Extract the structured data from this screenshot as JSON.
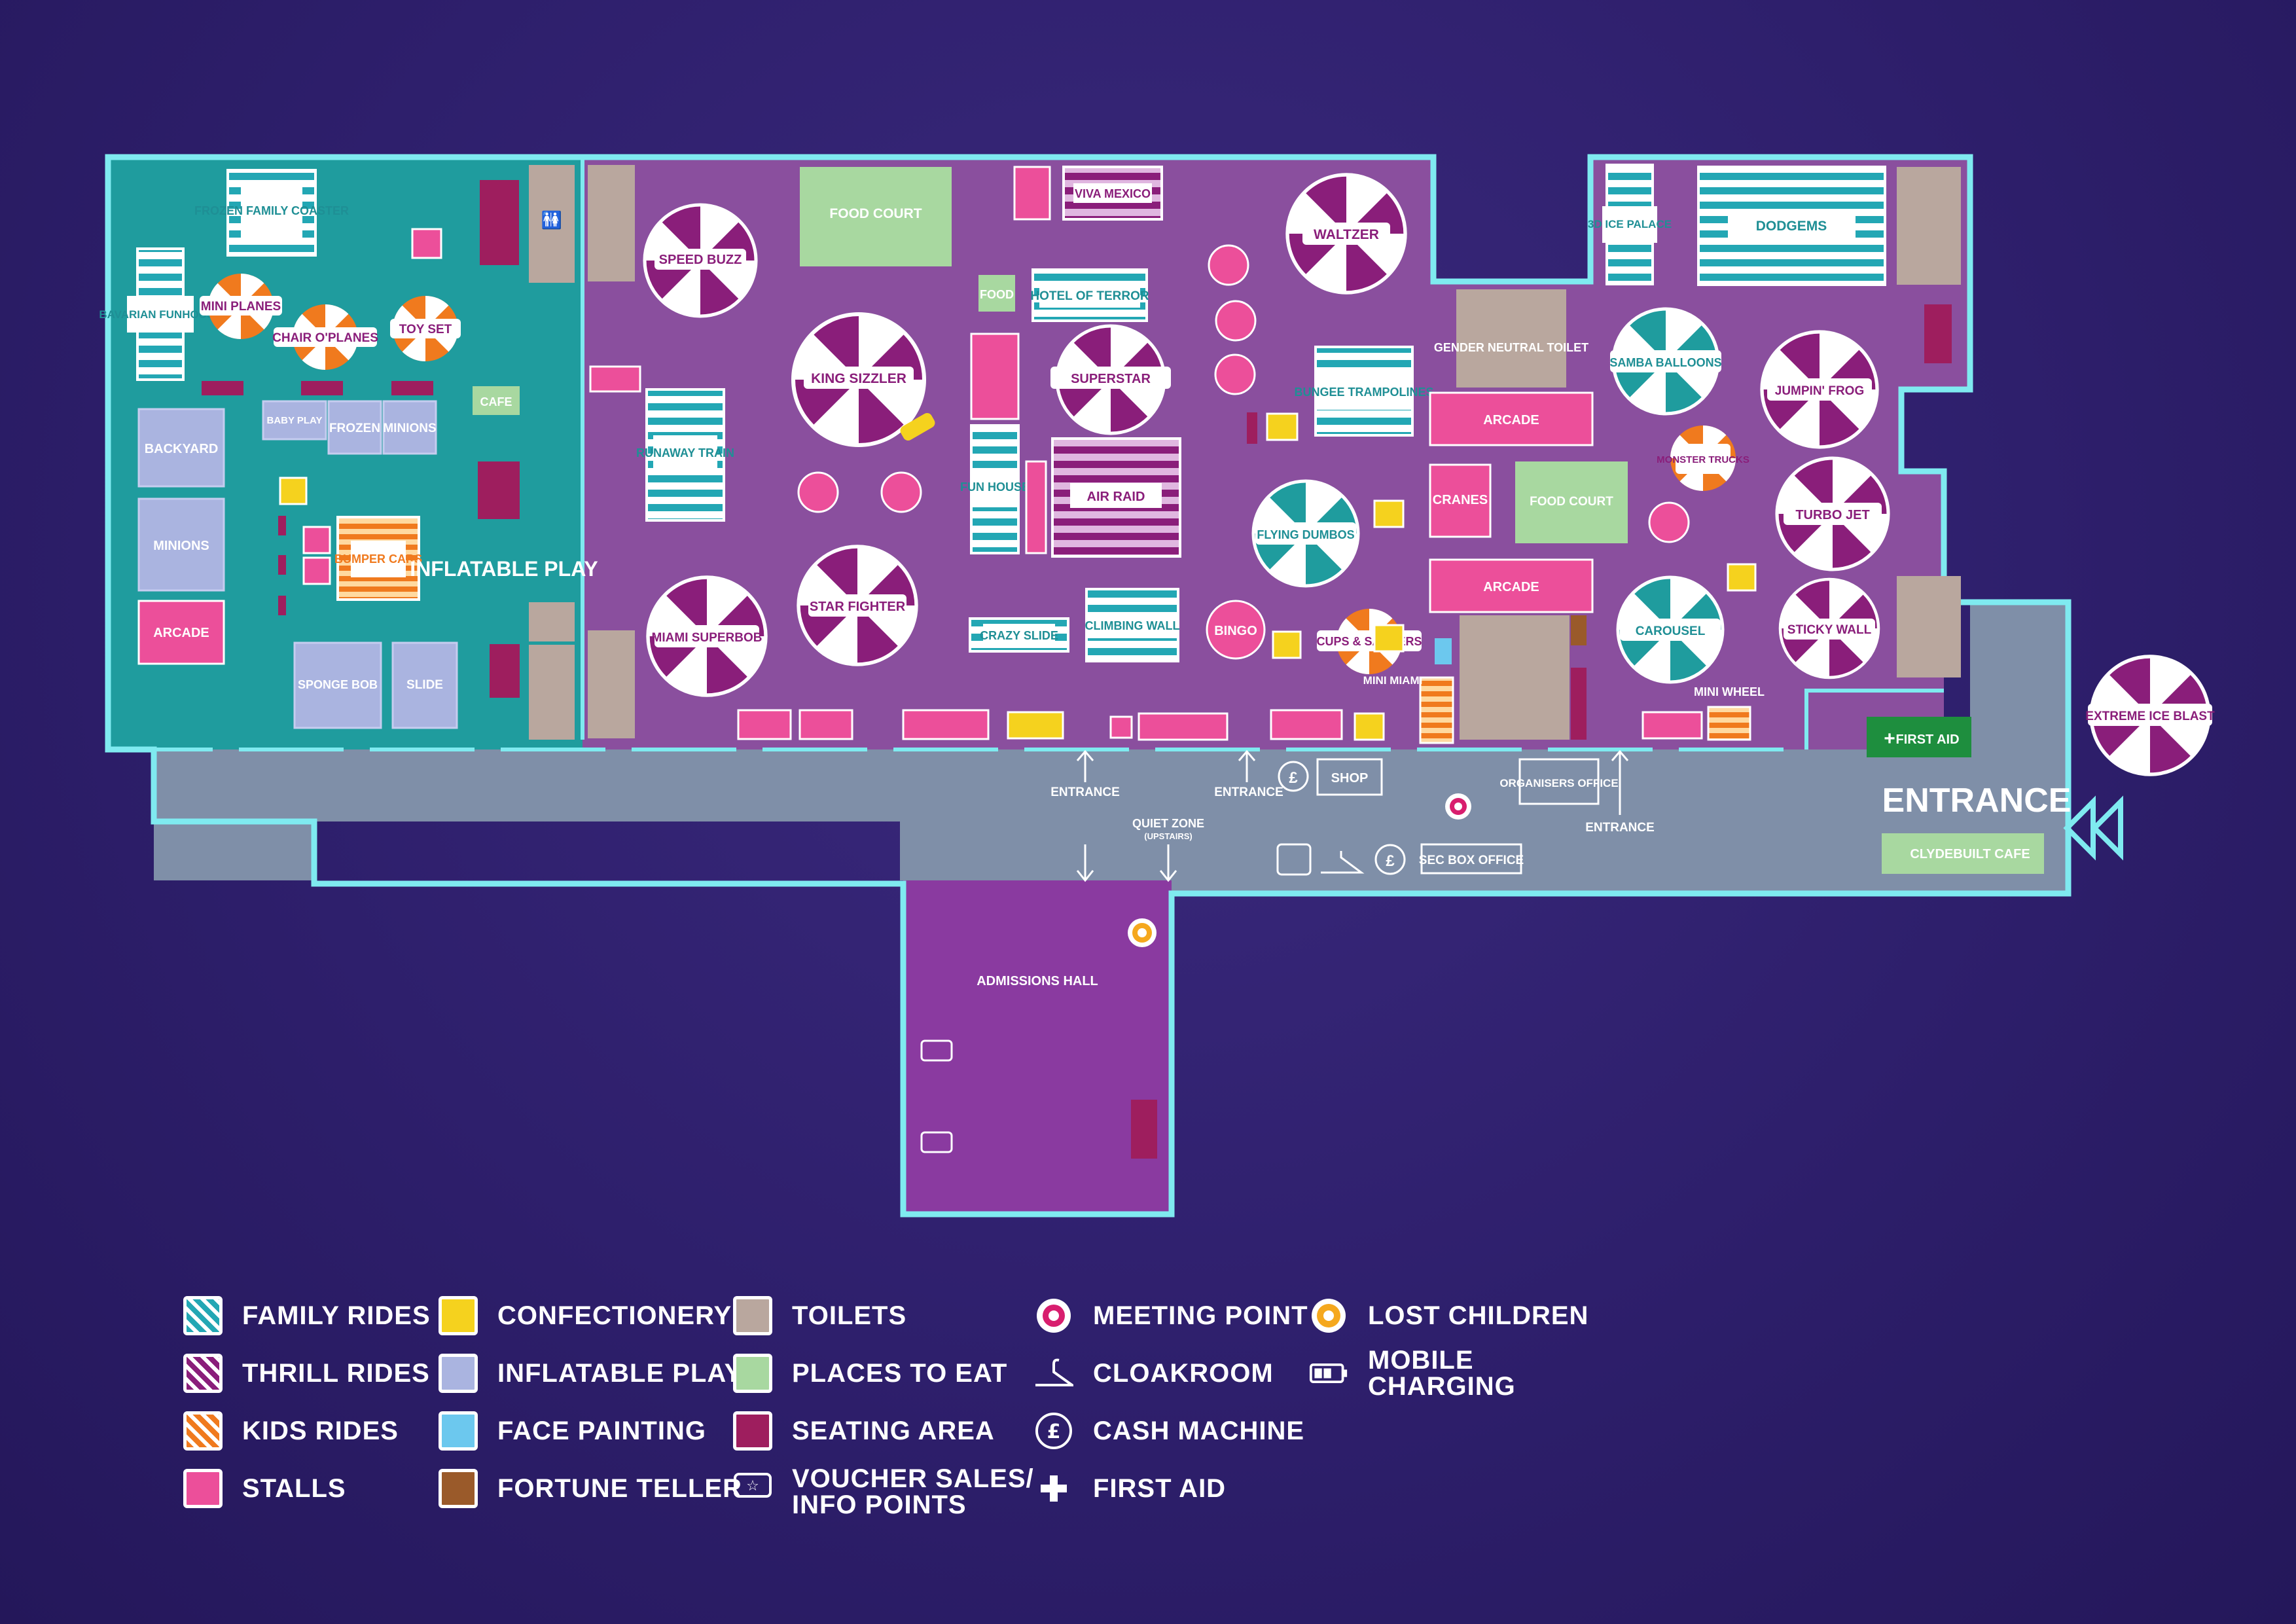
{
  "colors": {
    "background": "#2e1f6c",
    "wall": "#7feaf0",
    "family_zone": "#1f9c9e",
    "main_floor": "#8a4f9e",
    "corridor": "#7f8fa8",
    "stall": "#ec4f9a",
    "seating": "#9e1e5e",
    "toilet": "#b9a79e",
    "food": "#a8d8a0",
    "inflatable": "#aab4e0",
    "confectionery": "#f5d21e",
    "face_painting": "#6cc8ee",
    "fortune_teller": "#9a5a2a",
    "first_aid": "#1e8e3e",
    "thrill": "#8a1e7a",
    "family": "#23a7b4",
    "kids": "#f07a1e"
  },
  "map": {
    "family_rides": [
      {
        "id": "frozen-family-coaster",
        "label": "FROZEN FAMILY COASTER"
      },
      {
        "id": "bavarian-funhouse",
        "label": "BAVARIAN FUNHOUSE"
      },
      {
        "id": "runaway-train",
        "label": "RUNAWAY TRAIN"
      },
      {
        "id": "fun-house",
        "label": "FUN HOUSE"
      },
      {
        "id": "crazy-slide",
        "label": "CRAZY SLIDE"
      },
      {
        "id": "climbing-wall",
        "label": "CLIMBING WALL"
      },
      {
        "id": "hotel-of-terror",
        "label": "HOTEL OF TERROR"
      },
      {
        "id": "bungee-trampolines",
        "label": "BUNGEE TRAMPOLINES"
      },
      {
        "id": "3d-ice-palace",
        "label": "3D ICE PALACE"
      },
      {
        "id": "dodgems",
        "label": "DODGEMS"
      },
      {
        "id": "flying-dumbos",
        "label": "FLYING DUMBOS"
      },
      {
        "id": "samba-balloons",
        "label": "SAMBA BALLOONS"
      },
      {
        "id": "carousel",
        "label": "CAROUSEL"
      }
    ],
    "thrill_rides": [
      {
        "id": "speed-buzz",
        "label": "SPEED BUZZ"
      },
      {
        "id": "king-sizzler",
        "label": "KING SIZZLER"
      },
      {
        "id": "miami-superbob",
        "label": "MIAMI SUPERBOB"
      },
      {
        "id": "star-fighter",
        "label": "STAR FIGHTER"
      },
      {
        "id": "superstar",
        "label": "SUPERSTAR"
      },
      {
        "id": "waltzer",
        "label": "WALTZER"
      },
      {
        "id": "viva-mexico",
        "label": "VIVA MEXICO"
      },
      {
        "id": "air-raid",
        "label": "AIR RAID"
      },
      {
        "id": "jumpin-frog",
        "label": "JUMPIN' FROG"
      },
      {
        "id": "turbo-jet",
        "label": "TURBO JET"
      },
      {
        "id": "sticky-wall",
        "label": "STICKY WALL"
      },
      {
        "id": "extreme-ice-blast",
        "label": "EXTREME ICE BLAST"
      }
    ],
    "kids_rides": [
      {
        "id": "mini-planes",
        "label": "MINI PLANES"
      },
      {
        "id": "chair-o-planes",
        "label": "CHAIR O'PLANES"
      },
      {
        "id": "toy-set",
        "label": "TOY SET"
      },
      {
        "id": "bumper-cars",
        "label": "BUMPER CARS"
      },
      {
        "id": "cups-saucers",
        "label": "CUPS & SAUCERS"
      },
      {
        "id": "monster-trucks",
        "label": "MONSTER TRUCKS"
      },
      {
        "id": "mini-miami",
        "label": "MINI MIAMI"
      },
      {
        "id": "mini-wheel",
        "label": "MINI WHEEL"
      }
    ],
    "inflatables": {
      "backyard": "BACKYARD",
      "minions": "MINIONS",
      "baby_play": "BABY PLAY",
      "frozen": "FROZEN",
      "minions_small": "MINIONS",
      "sponge_bob": "SPONGE BOB",
      "slide": "SLIDE",
      "inflatable_play": "INFLATABLE PLAY"
    },
    "places": {
      "arcade_left": "ARCADE",
      "cafe": "CAFE",
      "food_court_top": "FOOD COURT",
      "food": "FOOD",
      "bingo": "BINGO",
      "gender_neutral_toilet": "GENDER NEUTRAL TOILET",
      "arcade_right_top": "ARCADE",
      "cranes": "CRANES",
      "food_court_right": "FOOD COURT",
      "arcade_right_bottom": "ARCADE",
      "first_aid": "FIRST AID",
      "entrance_main": "ENTRANCE",
      "clydebuilt_cafe": "CLYDEBUILT CAFE",
      "entrance_1": "ENTRANCE",
      "entrance_2": "ENTRANCE",
      "entrance_3": "ENTRANCE",
      "shop": "SHOP",
      "organisers_office": "ORGANISERS OFFICE",
      "quiet_zone": "QUIET ZONE",
      "quiet_zone_sub": "(UPSTAIRS)",
      "sec_box_office": "SEC BOX OFFICE",
      "admissions_hall": "ADMISSIONS HALL"
    }
  },
  "legend": {
    "family_rides": "FAMILY RIDES",
    "thrill_rides": "THRILL RIDES",
    "kids_rides": "KIDS RIDES",
    "stalls": "STALLS",
    "confectionery": "CONFECTIONERY",
    "inflatable_play": "INFLATABLE PLAY",
    "face_painting": "FACE PAINTING",
    "fortune_teller": "FORTUNE TELLER",
    "toilets": "TOILETS",
    "places_to_eat": "PLACES TO EAT",
    "seating_area": "SEATING AREA",
    "voucher_sales": "VOUCHER SALES/",
    "voucher_sales_2": "INFO POINTS",
    "meeting_point": "MEETING POINT",
    "cloakroom": "CLOAKROOM",
    "cash_machine": "CASH MACHINE",
    "first_aid": "FIRST AID",
    "lost_children": "LOST CHILDREN",
    "mobile_charging": "MOBILE CHARGING"
  }
}
